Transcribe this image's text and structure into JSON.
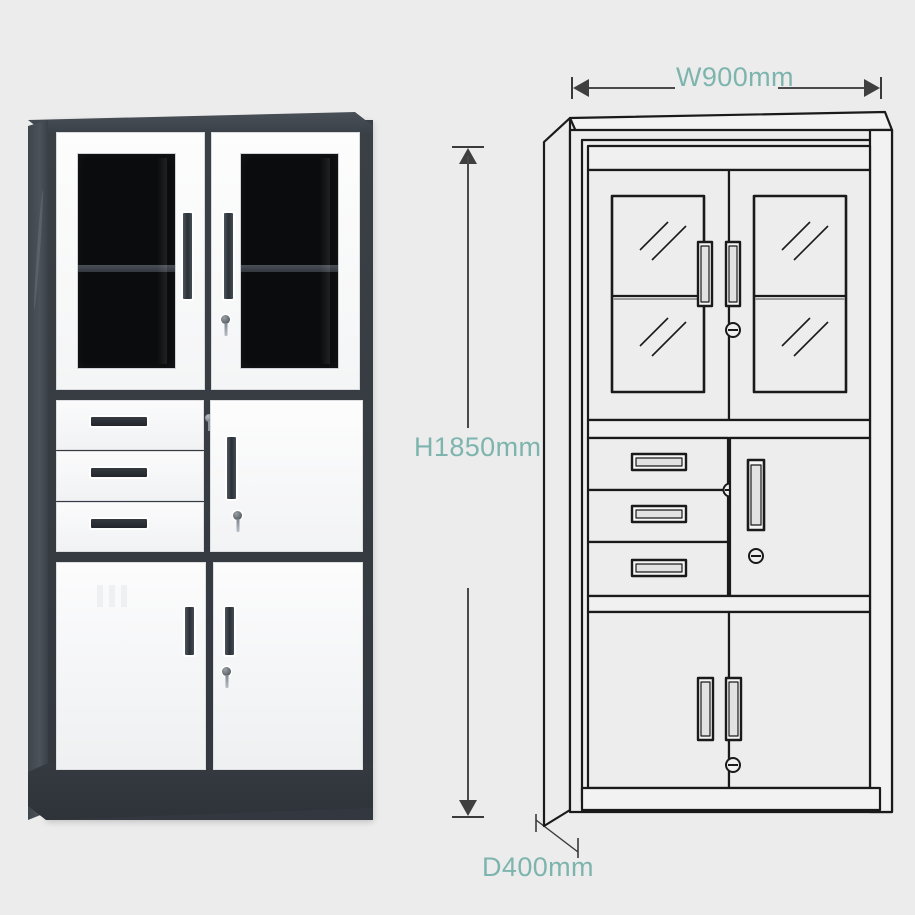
{
  "page": {
    "background_color": "#ececec",
    "subject": "Steel office filing cabinet with glass upper doors, drawer bank and solid lower doors",
    "views": [
      "product-photograph",
      "technical-line-drawing"
    ]
  },
  "dimensions": {
    "accent_color": "#7db5ae",
    "height": {
      "label": "H1850mm",
      "value": 1850,
      "unit": "mm",
      "axis": "height",
      "orientation": "vertical"
    },
    "width": {
      "label": "W900mm",
      "value": 900,
      "unit": "mm",
      "axis": "width",
      "orientation": "horizontal"
    },
    "depth": {
      "label": "D400mm",
      "value": 400,
      "unit": "mm",
      "axis": "depth",
      "orientation": "diagonal"
    }
  },
  "product": {
    "body_color": "#3b4046",
    "door_color": "#fafbfc",
    "glass_color": "#0b0c0d",
    "sections": [
      {
        "name": "upper-glass-cabinet",
        "doors": 2,
        "door_type": "glass",
        "shelves": 1,
        "handles": 2,
        "locks": 1
      },
      {
        "name": "middle-drawer-bank",
        "drawers": 3,
        "doors": 1,
        "door_type": "solid",
        "handles": 4,
        "locks": 1
      },
      {
        "name": "lower-storage-cabinet",
        "doors": 2,
        "door_type": "solid",
        "handles": 2,
        "locks": 1
      }
    ]
  },
  "drawing": {
    "stroke_color": "#1a1a1a",
    "fill_color": "#ededed",
    "glass_sparkles": true,
    "perspective": "top-left-angled"
  }
}
